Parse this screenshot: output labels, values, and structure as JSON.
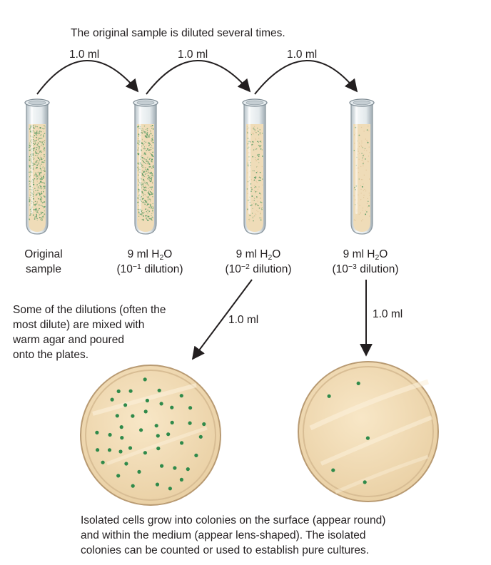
{
  "top_caption": "The original sample is diluted several times.",
  "transfer_volume": "1.0 ml",
  "tubes": [
    {
      "line1": "Original",
      "line2": "sample",
      "sample_color": "#3f9a5a",
      "density": "high"
    },
    {
      "line1_pre": "9 ml H",
      "line1_sub": "2",
      "line1_post": "O",
      "line2_pre": "(10",
      "line2_sup": "−1",
      "line2_post": " dilution)",
      "density": "high"
    },
    {
      "line1_pre": "9 ml H",
      "line1_sub": "2",
      "line1_post": "O",
      "line2_pre": "(10",
      "line2_sup": "−2",
      "line2_post": " dilution)",
      "density": "medium"
    },
    {
      "line1_pre": "9 ml H",
      "line1_sub": "2",
      "line1_post": "O",
      "line2_pre": "(10",
      "line2_sup": "−3",
      "line2_post": " dilution)",
      "density": "low"
    }
  ],
  "plating_note": [
    "Some of the dilutions (often the",
    "most dilute) are mixed with",
    "warm agar and poured",
    "onto the plates."
  ],
  "bottom_caption": [
    "Isolated cells grow into colonies on the surface (appear round)",
    "and within the medium (appear lens-shaped). The isolated",
    "colonies can be counted or used to establish pure cultures."
  ],
  "plates": [
    {
      "colony_count": 45
    },
    {
      "colony_count": 5
    }
  ],
  "colors": {
    "agar": "#f3dcb4",
    "agar_edge": "#c9ad85",
    "colony": "#2f8a4a",
    "liquid": "#efdcb8",
    "glass": "#c9d3d8",
    "arrow": "#231f20"
  }
}
